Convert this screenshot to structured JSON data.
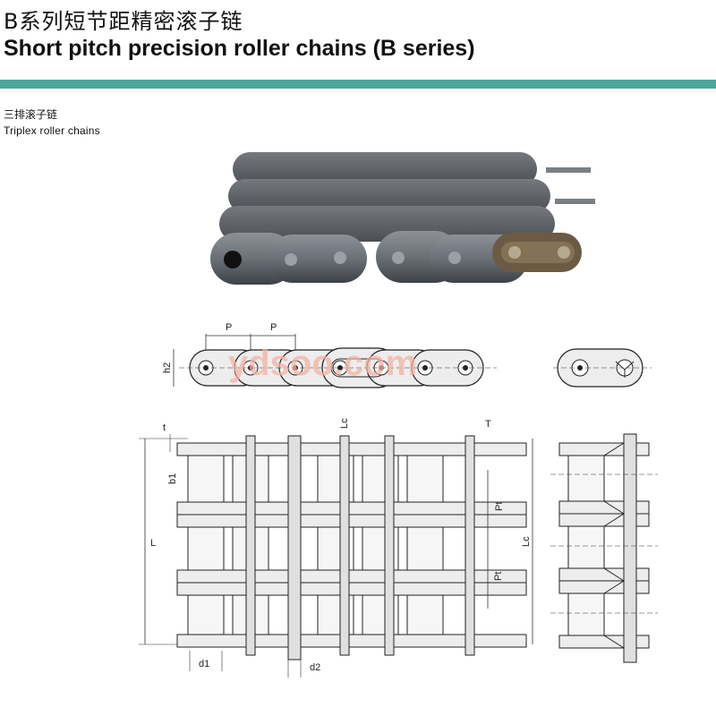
{
  "header": {
    "title_cn": "B系列短节距精密滚子链",
    "title_en": "Short pitch precision roller chains (B series)"
  },
  "section": {
    "title_cn": "三排滚子链",
    "title_en": "Triplex roller chains"
  },
  "watermark": "ydsoo.com",
  "dimension_labels": {
    "p": "P",
    "h2": "h2",
    "t": "t",
    "Lc": "Lc",
    "T": "T",
    "b1": "b1",
    "L": "L",
    "Pt": "Pt",
    "d1": "d1",
    "d2": "d2"
  },
  "colors": {
    "accent_rule": "#4aa79a",
    "watermark": "#f4b3a3"
  }
}
